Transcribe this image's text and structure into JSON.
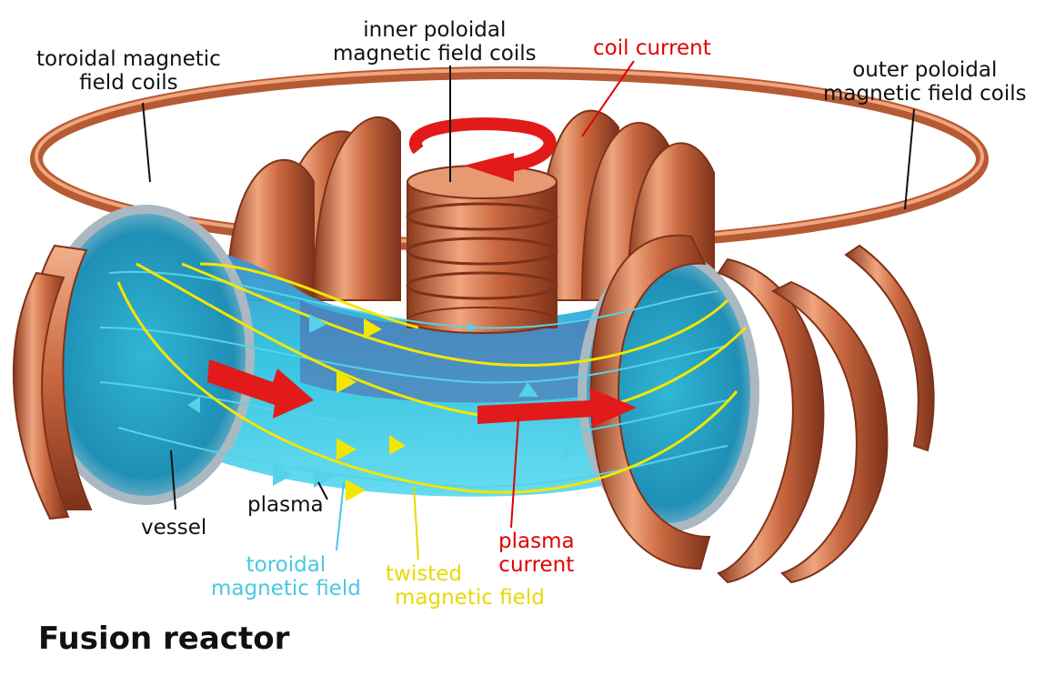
{
  "title": "Fusion reactor",
  "colors": {
    "copper": "#c8673f",
    "copper_dark": "#8a3a1d",
    "copper_light": "#f0a57e",
    "plasma": "#2cc2df",
    "plasma_dark": "#1497b7",
    "vessel_inner": "#6b5f9e",
    "red_arrow": "#e21a1a",
    "yellow_field": "#f3e600",
    "cyan_field": "#56d2e8",
    "label_black": "#111111",
    "label_red": "#e00000",
    "label_cyan": "#48c8e3",
    "label_yellow": "#e7d900"
  },
  "labels": {
    "toroidal_coils": [
      "toroidal magnetic",
      "field coils"
    ],
    "inner_poloidal": [
      "inner poloidal",
      "magnetic field coils"
    ],
    "coil_current": "coil current",
    "outer_poloidal": [
      "outer poloidal",
      "magnetic field coils"
    ],
    "plasma": "plasma",
    "vessel": "vessel",
    "toroidal_field": [
      "toroidal",
      "magnetic field"
    ],
    "twisted_field": [
      "twisted",
      "magnetic field"
    ],
    "plasma_current": [
      "plasma",
      "current"
    ]
  }
}
